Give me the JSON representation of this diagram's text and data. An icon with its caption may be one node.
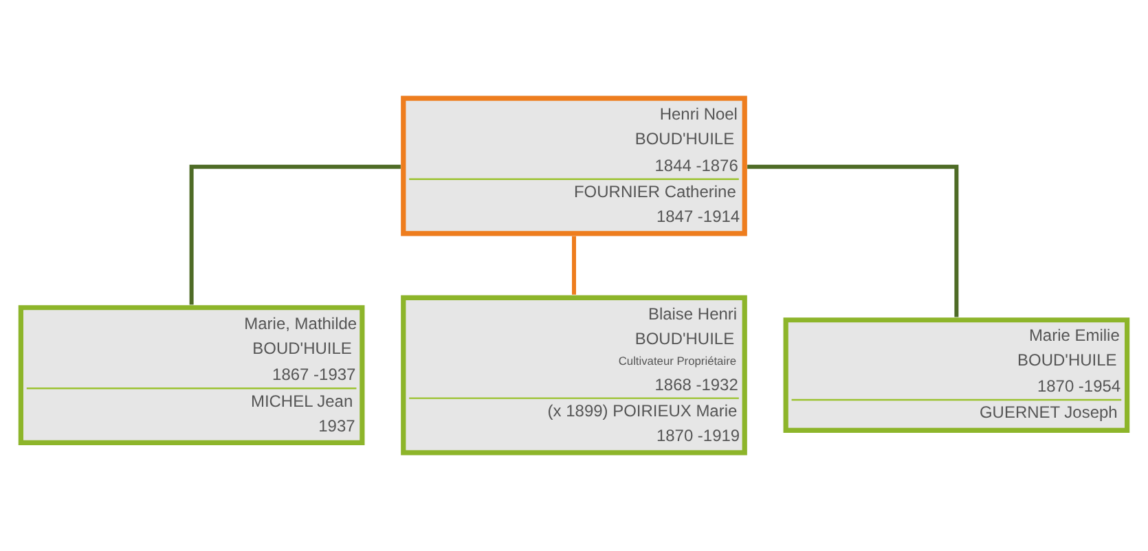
{
  "diagram": {
    "nodes": [
      {
        "text": [
          "Henri Noel",
          "BOUD'HUILE",
          "1844 -1876",
          "FOURNIER Catherine",
          "1847 -1914"
        ]
      },
      {
        "text": [
          "Marie, Mathilde",
          "BOUD'HUILE",
          "1867 -1937",
          "MICHEL Jean",
          "1937"
        ]
      },
      {
        "text": [
          "Blaise Henri",
          "BOUD'HUILE",
          "Cultivateur Propriétaire",
          "1868 -1932",
          "(x 1899) POIRIEUX Marie",
          "1870 -1919"
        ]
      },
      {
        "text": [
          "Marie Emilie",
          "BOUD'HUILE",
          "1870 -1954",
          "GUERNET Joseph"
        ]
      }
    ],
    "edges": [
      {
        "from": 0,
        "to": 1,
        "arrow": "none"
      },
      {
        "from": 0,
        "to": 2,
        "arrow": "none",
        "color": "#ee7d1e"
      },
      {
        "from": 0,
        "to": 3,
        "arrow": "none"
      }
    ]
  }
}
